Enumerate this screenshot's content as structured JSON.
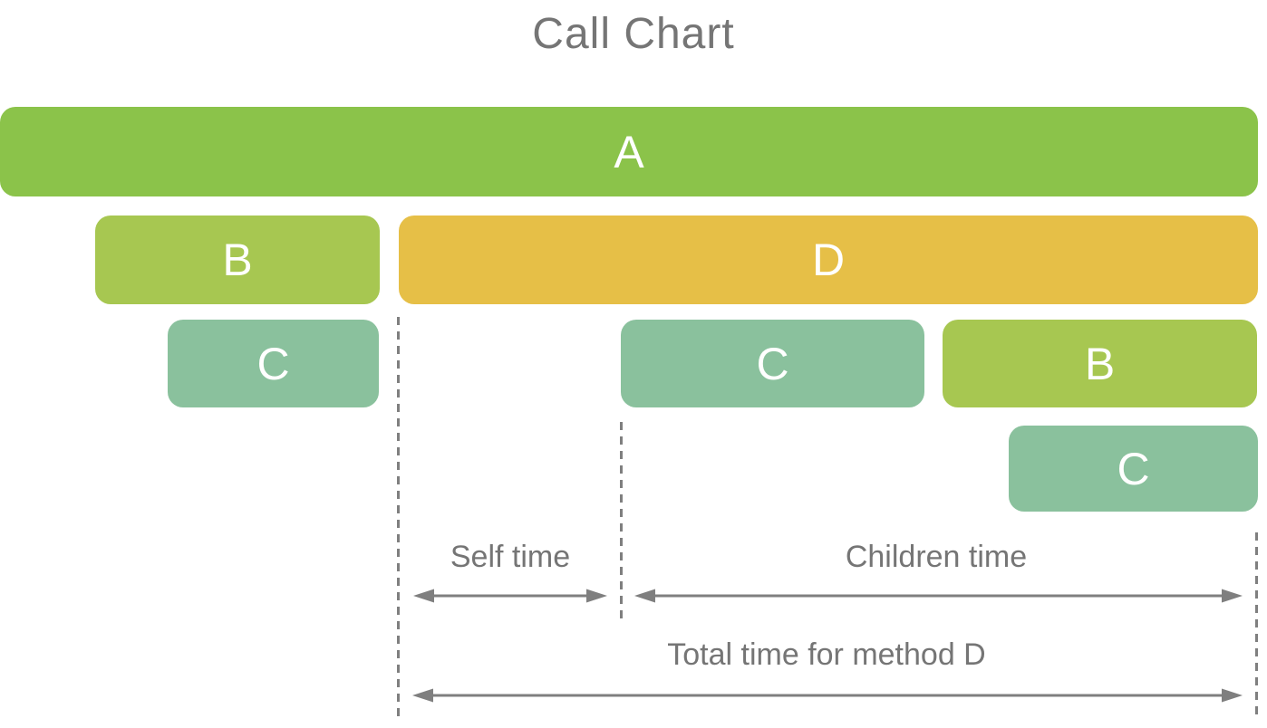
{
  "title": "Call Chart",
  "colors": {
    "green": "#8BC34A",
    "light_green": "#A7C751",
    "yellow": "#E6BF47",
    "teal": "#8AC19D",
    "text_gray": "#757575",
    "line_gray": "#7F7F7F"
  },
  "bars": [
    {
      "label": "A",
      "color": "green",
      "row": 1
    },
    {
      "label": "B",
      "color": "light_green",
      "row": 2
    },
    {
      "label": "D",
      "color": "yellow",
      "row": 2
    },
    {
      "label": "C",
      "color": "teal",
      "row": 3
    },
    {
      "label": "C",
      "color": "teal",
      "row": 3
    },
    {
      "label": "B",
      "color": "light_green",
      "row": 3
    },
    {
      "label": "C",
      "color": "teal",
      "row": 4
    }
  ],
  "annotations": {
    "self_time": "Self time",
    "children_time": "Children time",
    "total_time": "Total time for method D"
  }
}
